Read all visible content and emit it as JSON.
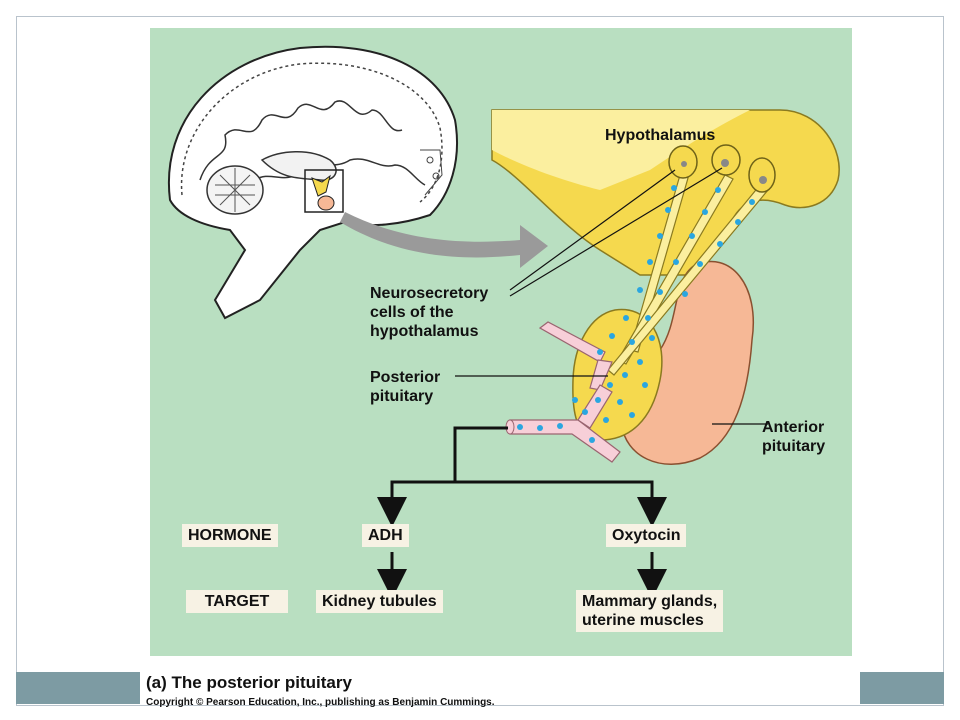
{
  "labels": {
    "hypothalamus": "Hypothalamus",
    "neurosecretory": "Neurosecretory\ncells of the\nhypothalamus",
    "posterior": "Posterior\npituitary",
    "anterior": "Anterior\npituitary"
  },
  "rows": {
    "hormone": "HORMONE",
    "target": "TARGET"
  },
  "hormones": [
    "ADH",
    "Oxytocin"
  ],
  "targets": [
    "Kidney tubules",
    "Mammary glands,\nuterine muscles"
  ],
  "caption": "(a) The posterior pituitary",
  "copyright": "Copyright © Pearson Education, Inc., publishing as Benjamin Cummings.",
  "colors": {
    "panel": "#b9dfc1",
    "hypothalamus_yellow": "#f5d94e",
    "pituitary_peach": "#f6b896",
    "vessel_pink": "#f7cfd8",
    "hormone_dot": "#2aa6e0",
    "footer_band": "#7d9ba3"
  }
}
